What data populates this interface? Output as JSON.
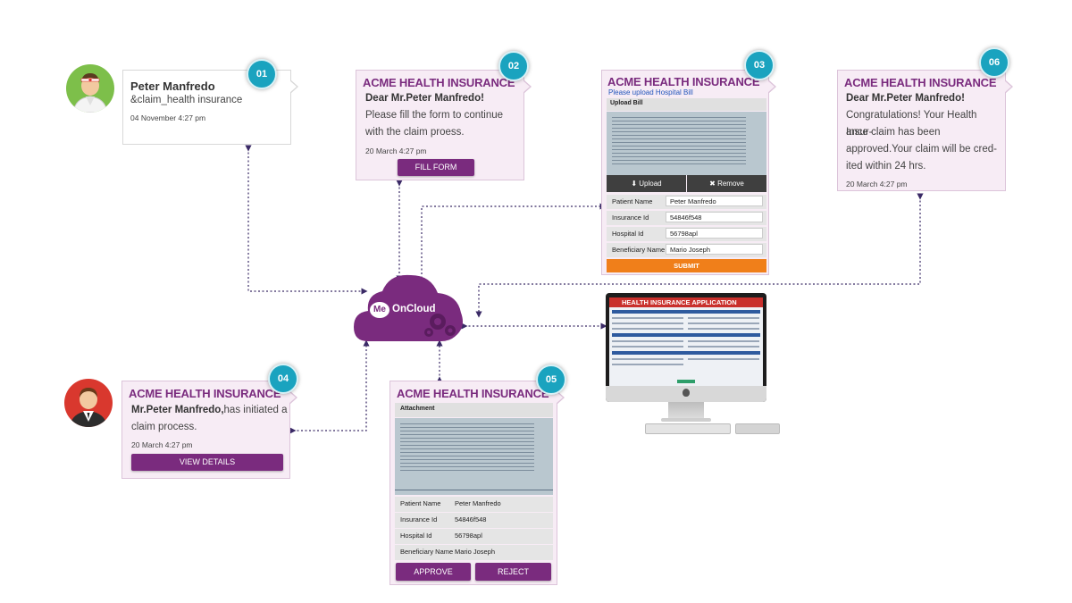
{
  "user": {
    "name": "Peter Manfredo",
    "sub": "&claim_health insurance",
    "time": "04 November 4:27 pm"
  },
  "cloud": {
    "me": "Me",
    "label": "OnCloud"
  },
  "card02": {
    "title": "ACME HEALTH INSURANCE",
    "greeting": "Dear Mr.Peter Manfredo!",
    "line1": "Please fill the form to continue",
    "line2": "with the claim proess.",
    "time": "20 March 4:27 pm",
    "button": "FILL FORM"
  },
  "card03": {
    "title": "ACME HEALTH INSURANCE",
    "prompt": "Please upload Hospital Bill",
    "section": "Upload Bill",
    "upload": "Upload",
    "remove": "Remove",
    "fields": [
      {
        "label": "Patient Name",
        "value": "Peter Manfredo"
      },
      {
        "label": "Insurance Id",
        "value": "54846f548"
      },
      {
        "label": "Hospital Id",
        "value": "56798apl"
      },
      {
        "label": "Beneficiary Name",
        "value": "Mario Joseph"
      }
    ],
    "submit": "SUBMIT"
  },
  "card06": {
    "title": "ACME HEALTH INSURANCE",
    "greeting": "Dear Mr.Peter Manfredo!",
    "lines": [
      "Congratulations! Your Health Insur-",
      "ance claim has been",
      "approved.Your claim will be cred-",
      "ited within 24 hrs."
    ],
    "time": "20 March 4:27 pm"
  },
  "card04": {
    "title": "ACME HEALTH INSURANCE",
    "name": "Mr.Peter Manfredo,",
    "line1": "has initiated a",
    "line2": "claim process.",
    "time": "20 March 4:27 pm",
    "button": "VIEW DETAILS"
  },
  "card05": {
    "title": "ACME HEALTH INSURANCE",
    "section": "Attachment",
    "fields": [
      {
        "label": "Patient Name",
        "value": "Peter Manfredo"
      },
      {
        "label": "Insurance Id",
        "value": "54846f548"
      },
      {
        "label": "Hospital Id",
        "value": "56798apl"
      },
      {
        "label": "Beneficiary Name",
        "value": "Mario Joseph"
      }
    ],
    "approve": "APPROVE",
    "reject": "REJECT"
  },
  "monitor": {
    "title": "HEALTH INSURANCE APPLICATION"
  },
  "badges": [
    "01",
    "02",
    "03",
    "04",
    "05",
    "06"
  ],
  "colors": {
    "purple": "#7a2b7e",
    "teal": "#1aa3bf",
    "orange": "#f07f1a",
    "link": "#3a2a66"
  }
}
